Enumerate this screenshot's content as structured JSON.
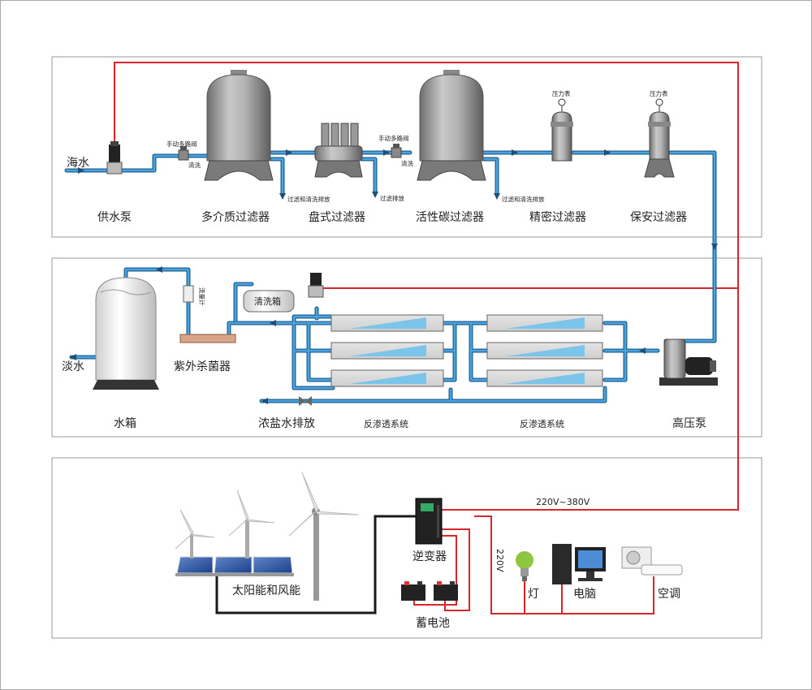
{
  "colors": {
    "pipe": "#1f6fa8",
    "pipe_light": "#3b9ad8",
    "power": "#d8262b",
    "dc_wire": "#1a1a1a",
    "panel_border": "#9a9a9a",
    "tank": "#9c9c9c",
    "membrane": "#7cc4ea"
  },
  "pretreatment": {
    "seawater": "海水",
    "feed_pump": "供水泵",
    "media_filter": "多介质过滤器",
    "disc_filter": "盘式过滤器",
    "carbon_filter": "活性碳过滤器",
    "precision_filter": "精密过滤器",
    "security_filter": "保安过滤器",
    "valve_1": "手动多路阀",
    "valve_2": "手动多路阀",
    "rinse_1": "清洗",
    "rinse_2": "清洗",
    "drain_1": "过滤和清洗排放",
    "drain_2": "过滤排放",
    "drain_3": "过滤和清洗排放",
    "gauge_1": "压力表",
    "gauge_2": "压力表"
  },
  "ro": {
    "water_tank": "水箱",
    "fresh_water": "淡水",
    "uv": "紫外杀菌器",
    "flow_meter": "流量计",
    "cleaning_tank": "清洗箱",
    "brine": "浓盐水排放",
    "ro_left": "反渗透系统",
    "ro_right": "反渗透系统",
    "hp_pump": "高压泵"
  },
  "power": {
    "voltage_ac": "220V~380V",
    "voltage_220": "220V",
    "inverter": "逆变器",
    "battery": "蓄电池",
    "solar_wind": "太阳能和风能",
    "lamp": "灯",
    "computer": "电脑",
    "ac": "空调"
  },
  "icons": [
    "valve-icon",
    "wind-turbine-icon",
    "solar-panel-icon",
    "inverter-icon",
    "battery-icon",
    "bulb-icon",
    "computer-icon",
    "air-conditioner-icon"
  ]
}
